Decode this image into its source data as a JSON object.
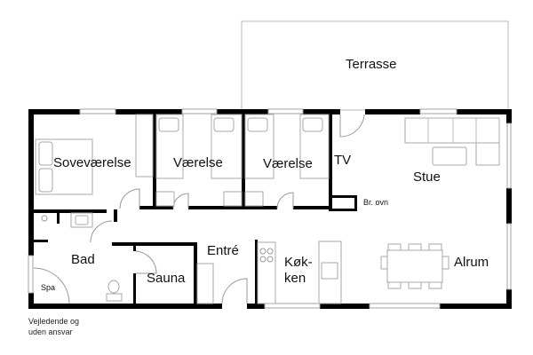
{
  "floor_plan": {
    "rooms": {
      "terrasse": "Terrasse",
      "sovevaerelse": "Soveværelse",
      "vaerelse_1": "Værelse",
      "vaerelse_2": "Værelse",
      "tv": "TV",
      "stue": "Stue",
      "braendeovn": "Br. ovn",
      "bad": "Bad",
      "spa": "Spa",
      "sauna": "Sauna",
      "entre": "Entré",
      "koekken_line1": "Køk-",
      "koekken_line2": "ken",
      "alrum": "Alrum"
    },
    "disclaimer": {
      "line1": "Vejledende og",
      "line2": "uden ansvar"
    },
    "colors": {
      "wall": "#000000",
      "furniture_outline": "#a8a8a8",
      "background": "#ffffff"
    }
  }
}
